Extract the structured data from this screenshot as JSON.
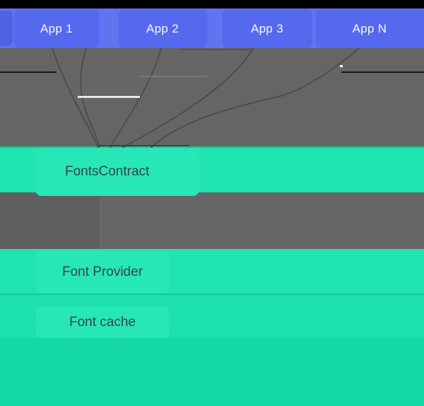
{
  "apps": {
    "items": [
      {
        "label": "App 1"
      },
      {
        "label": "App 2"
      },
      {
        "label": "App 3"
      },
      {
        "label": "App N"
      }
    ]
  },
  "nodes": {
    "fonts_contract": {
      "label": "FontsContract"
    },
    "font_provider": {
      "label": "Font Provider"
    },
    "font_cache": {
      "label": "Font cache"
    }
  },
  "colors": {
    "top_strip": "#000000",
    "app_bar_background": "#6173F0",
    "app_box": "#5569EE",
    "app_text": "#FAFAFA",
    "middle_gray": "#656565",
    "connector_line": "#4D4D4D",
    "teal_band": "#1FE5B1",
    "teal_node_box": "#27E7B7",
    "teal_cache_band": "#1CE0AD",
    "teal_bottom": "#14D9A4",
    "node_text": "#37424C"
  }
}
